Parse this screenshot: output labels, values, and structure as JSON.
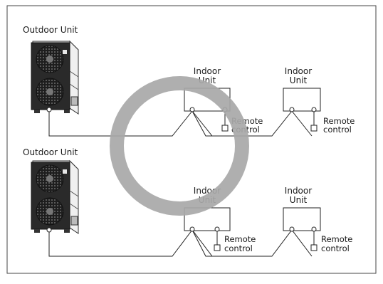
{
  "colors": {
    "line": "#222222",
    "frame": "#444444",
    "unit_light": "#e8e8e8",
    "unit_dark": "#1e1e1e",
    "ring": "#a8a8a8"
  },
  "systems": [
    {
      "outdoor_label": "Outdoor Unit",
      "indoor": [
        {
          "label_line1": "Indoor",
          "label_line2": "Unit",
          "remote_line1": "Remote",
          "remote_line2": "control"
        },
        {
          "label_line1": "Indoor",
          "label_line2": "Unit",
          "remote_line1": "Remote",
          "remote_line2": "control"
        }
      ]
    },
    {
      "outdoor_label": "Outdoor Unit",
      "indoor": [
        {
          "label_line1": "Indoor",
          "label_line2": "Unit",
          "remote_line1": "Remote",
          "remote_line2": "control"
        },
        {
          "label_line1": "Indoor",
          "label_line2": "Unit",
          "remote_line1": "Remote",
          "remote_line2": "control"
        }
      ]
    }
  ]
}
